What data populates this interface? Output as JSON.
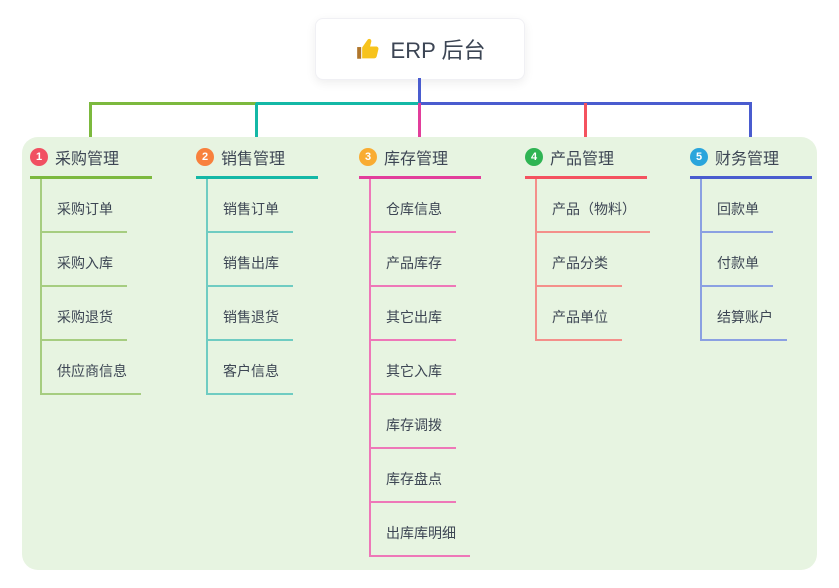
{
  "root": {
    "label": "ERP 后台",
    "icon": "thumbs-up-icon"
  },
  "colors": {
    "canvas_bg": "#ffffff",
    "panel_bg": "#e7f4e1",
    "root_edge": "#4a5ccf",
    "node_text": "#3d4654",
    "card_bg": "#ffffff"
  },
  "branches": [
    {
      "number": "1",
      "label": "采购管理",
      "badge_color": "#f15062",
      "line_color": "#7cb93e",
      "child_line_color": "#a6cd80",
      "children": [
        "采购订单",
        "采购入库",
        "采购退货",
        "供应商信息"
      ]
    },
    {
      "number": "2",
      "label": "销售管理",
      "badge_color": "#f8813d",
      "line_color": "#14b8a6",
      "child_line_color": "#6fccc2",
      "children": [
        "销售订单",
        "销售出库",
        "销售退货",
        "客户信息"
      ]
    },
    {
      "number": "3",
      "label": "库存管理",
      "badge_color": "#f9ac32",
      "line_color": "#e23e9b",
      "child_line_color": "#ee77b8",
      "children": [
        "仓库信息",
        "产品库存",
        "其它出库",
        "其它入库",
        "库存调拨",
        "库存盘点",
        "出库库明细"
      ]
    },
    {
      "number": "4",
      "label": "产品管理",
      "badge_color": "#2fb453",
      "line_color": "#f4525f",
      "child_line_color": "#f48f8a",
      "children": [
        "产品（物料）",
        "产品分类",
        "产品单位"
      ]
    },
    {
      "number": "5",
      "label": "财务管理",
      "badge_color": "#2aa5dc",
      "line_color": "#4a5ccf",
      "child_line_color": "#8ba0e2",
      "children": [
        "回款单",
        "付款单",
        "结算账户"
      ]
    }
  ]
}
